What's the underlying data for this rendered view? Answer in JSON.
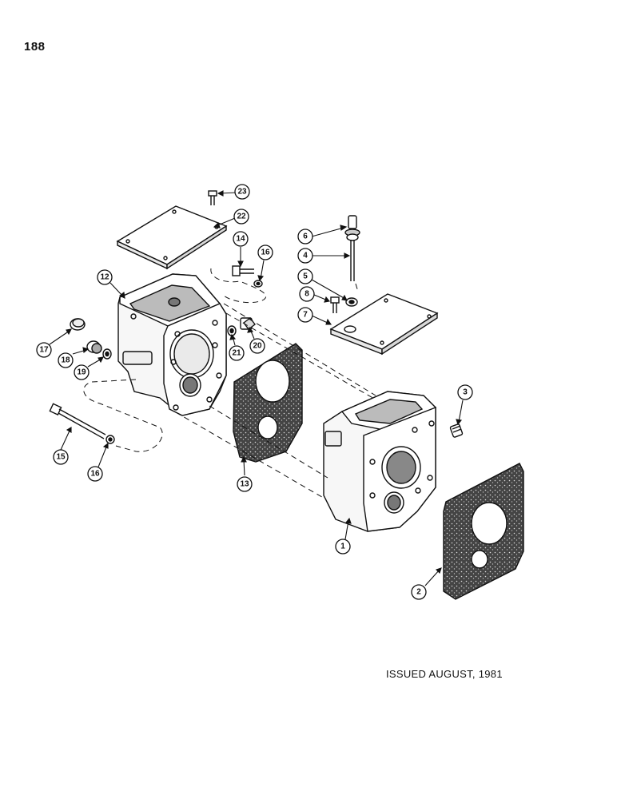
{
  "page": {
    "page_number": "188",
    "issued": "ISSUED AUGUST, 1981"
  },
  "callouts": {
    "c1": "1",
    "c2": "2",
    "c3": "3",
    "c4": "4",
    "c5": "5",
    "c6": "6",
    "c7": "7",
    "c8": "8",
    "c12": "12",
    "c13": "13",
    "c14": "14",
    "c15": "15",
    "c16a": "16",
    "c16b": "16",
    "c17": "17",
    "c18": "18",
    "c19": "19",
    "c20": "20",
    "c21": "21",
    "c22": "22",
    "c23": "23"
  }
}
